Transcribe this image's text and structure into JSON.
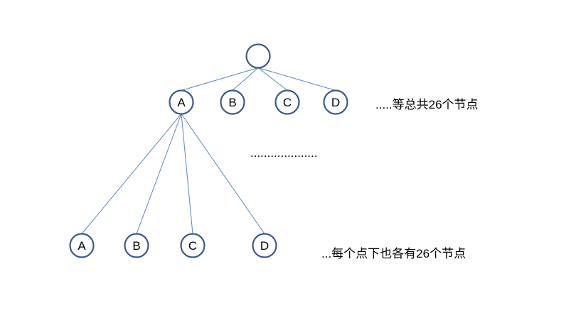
{
  "root": {
    "label": ""
  },
  "level1": [
    {
      "label": "A"
    },
    {
      "label": "B"
    },
    {
      "label": "C"
    },
    {
      "label": "D"
    }
  ],
  "level2": [
    {
      "label": "A"
    },
    {
      "label": "B"
    },
    {
      "label": "C"
    },
    {
      "label": "D"
    }
  ],
  "notes": {
    "level1_note": ".....等总共26个节点",
    "middle_ellipsis": "....................",
    "level2_note": "...每个点下也各有26个节点"
  },
  "colors": {
    "node_stroke": "#3d5a8a",
    "edge": "#5b84c4"
  }
}
